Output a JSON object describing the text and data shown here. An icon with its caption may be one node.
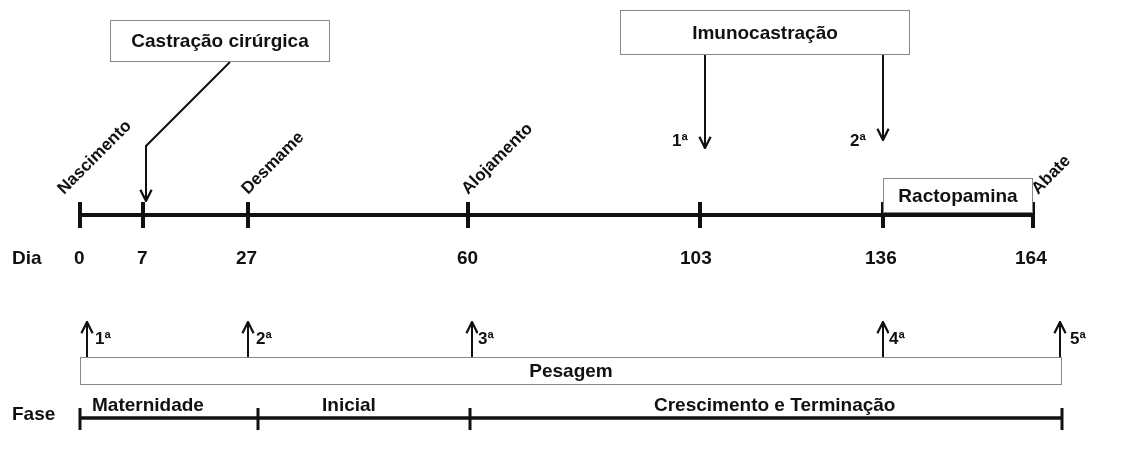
{
  "diagram": {
    "nodes": [
      {
        "text": [
          "Castração cirúrgica"
        ]
      },
      {
        "text": [
          "Imunocastração"
        ]
      },
      {
        "text": [
          "Ractopamina"
        ]
      },
      {
        "text": [
          "Pesagem"
        ]
      },
      {
        "text": [],
        "shape": "bar"
      }
    ],
    "edges": [
      {
        "from": 0,
        "to": 4,
        "arrow": "to"
      },
      {
        "from": 1,
        "to": null,
        "arrow": "to",
        "label": "1ª"
      },
      {
        "from": 1,
        "to": null,
        "arrow": "to",
        "label": "2ª"
      },
      {
        "from": 3,
        "to": null,
        "arrow": "to",
        "label": "1ª"
      },
      {
        "from": 3,
        "to": null,
        "arrow": "to",
        "label": "2ª"
      },
      {
        "from": 3,
        "to": null,
        "arrow": "to",
        "label": "3ª"
      },
      {
        "from": 3,
        "to": null,
        "arrow": "to",
        "label": "4ª"
      },
      {
        "from": 3,
        "to": null,
        "arrow": "to",
        "label": "5ª"
      }
    ],
    "labels": [
      "Nascimento",
      "Desmame",
      "Alojamento",
      "Abate",
      "Dia",
      "0",
      "7",
      "27",
      "60",
      "103",
      "136",
      "164",
      "Fase",
      "Maternidade",
      "Inicial",
      "Crescimento e Terminação"
    ]
  }
}
